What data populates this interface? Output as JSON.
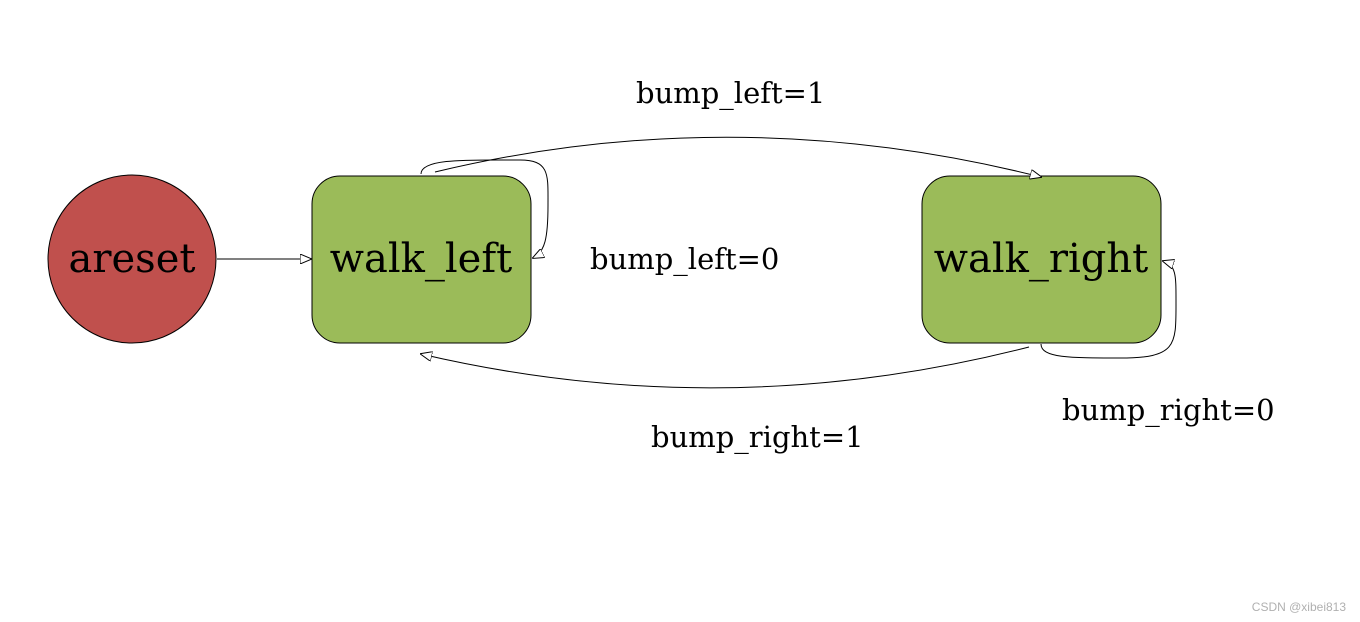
{
  "diagram": {
    "states": {
      "areset": {
        "label": "areset",
        "fill": "#c0504d"
      },
      "walk_left": {
        "label": "walk_left",
        "fill": "#9bbb59"
      },
      "walk_right": {
        "label": "walk_right",
        "fill": "#9bbb59"
      }
    },
    "transitions": {
      "reset_to_left": {
        "label": ""
      },
      "left_to_right": {
        "label": "bump_left=1"
      },
      "left_self": {
        "label": "bump_left=0"
      },
      "right_to_left": {
        "label": "bump_right=1"
      },
      "right_self": {
        "label": "bump_right=0"
      }
    },
    "colors": {
      "stroke": "#000000",
      "text": "#000000",
      "background": "#ffffff"
    }
  },
  "watermark": "CSDN @xibei813"
}
